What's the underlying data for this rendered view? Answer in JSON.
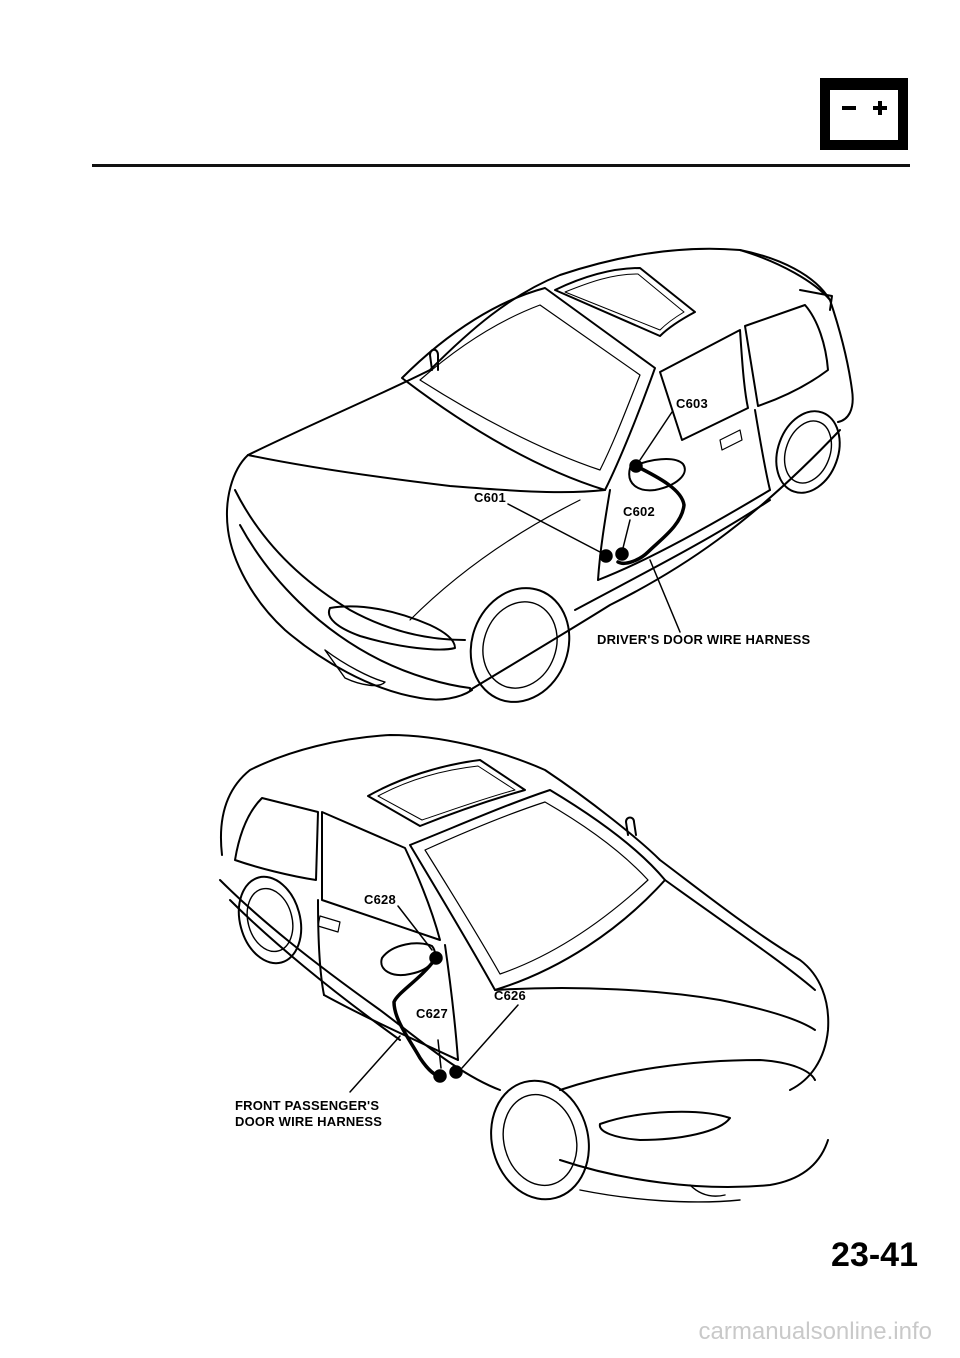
{
  "header": {
    "icon": "battery-icon"
  },
  "diagrams": {
    "top": {
      "connectors": {
        "c601": "C601",
        "c602": "C602",
        "c603": "C603"
      },
      "harness_label": "DRIVER'S DOOR WIRE HARNESS"
    },
    "bottom": {
      "connectors": {
        "c626": "C626",
        "c627": "C627",
        "c628": "C628"
      },
      "harness_label_line1": "FRONT PASSENGER'S",
      "harness_label_line2": "DOOR WIRE HARNESS"
    }
  },
  "footer": {
    "page_number": "23-41",
    "watermark": "carmanualsonline.info"
  }
}
